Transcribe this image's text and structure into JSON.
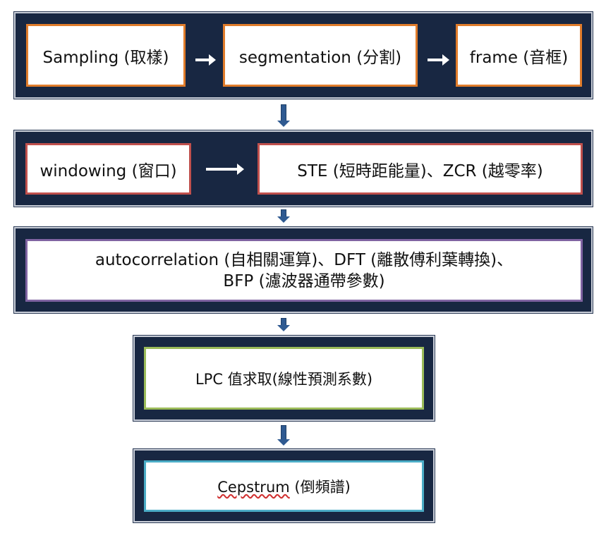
{
  "row1": {
    "sampling": "Sampling (取樣)",
    "segmentation": "segmentation (分割)",
    "frame": "frame (音框)"
  },
  "row2": {
    "windowing": "windowing (窗口)",
    "ste_zcr": "STE (短時距能量)、ZCR (越零率)"
  },
  "row3": {
    "line1": "autocorrelation (自相關運算)、DFT (離散傅利葉轉換)、",
    "line2": "BFP (濾波器通帶參數)"
  },
  "row4": {
    "lpc": "LPC 值求取(線性預測系數)"
  },
  "row5": {
    "cepstrum_word": "Cepstrum",
    "cepstrum_rest": " (倒頻譜)"
  },
  "colors": {
    "panel": "#182742",
    "orange": "#e07c2b",
    "red": "#c0504d",
    "purple": "#8064a2",
    "green": "#9bbb59",
    "cyan": "#4bacc6",
    "arrow": "#2f5a91"
  }
}
